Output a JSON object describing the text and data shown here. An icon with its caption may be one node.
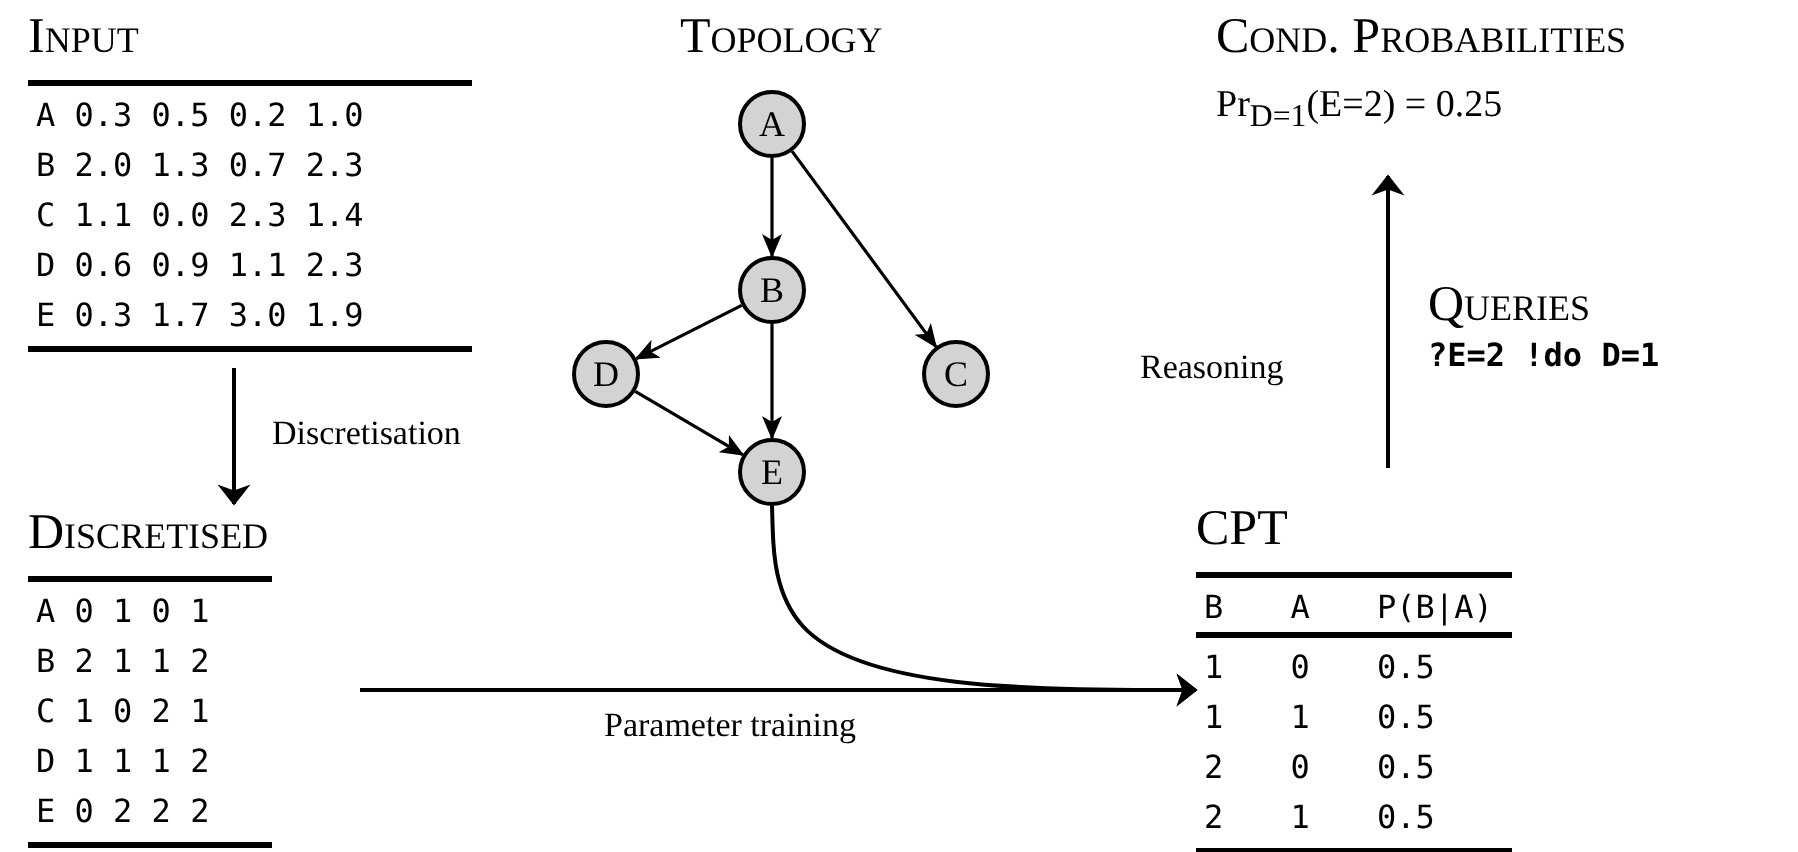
{
  "diagram": {
    "nodes": [
      {
        "text": [
          "Input",
          "A 0.3 0.5 0.2 1.0",
          "B 2.0 1.3 0.7 2.3",
          "C 1.1 0.0 2.3 1.4",
          "D 0.6 0.9 1.1 2.3",
          "E 0.3 1.7 3.0 1.9"
        ]
      },
      {
        "text": [
          "Discretised",
          "A 0 1 0 1",
          "B 2 1 1 2",
          "C 1 0 2 1",
          "D 1 1 1 2",
          "E 0 2 2 2"
        ]
      },
      {
        "text": [
          "A"
        ]
      },
      {
        "text": [
          "B"
        ]
      },
      {
        "text": [
          "D"
        ]
      },
      {
        "text": [
          "C"
        ]
      },
      {
        "text": [
          "E"
        ]
      },
      {
        "text": [
          "CPT",
          "B A P(B|A)",
          "1 0 0.5",
          "1 1 0.5",
          "2 0 0.5",
          "2 1 0.5"
        ]
      },
      {
        "text": [
          "Queries",
          "?E=2 !do D=1"
        ]
      },
      {
        "text": [
          "Cond. Probabilities",
          "Pr$_{D=1}$(E=2) = 0.25"
        ]
      }
    ],
    "edges": [
      {
        "from": 0,
        "to": 1,
        "arrow": "to",
        "label": "Discretisation"
      },
      {
        "from": 2,
        "to": 3,
        "arrow": "to"
      },
      {
        "from": 2,
        "to": 5,
        "arrow": "to"
      },
      {
        "from": 3,
        "to": 4,
        "arrow": "to"
      },
      {
        "from": 3,
        "to": 6,
        "arrow": "to"
      },
      {
        "from": 4,
        "to": 6,
        "arrow": "to"
      },
      {
        "from": 1,
        "to": 7,
        "arrow": "to",
        "label": "Parameter training"
      },
      {
        "from": 6,
        "to": 7,
        "arrow": "to"
      },
      {
        "from": 7,
        "to": 9,
        "arrow": "to",
        "label": "Reasoning"
      }
    ],
    "labels": [
      "Topology"
    ]
  }
}
